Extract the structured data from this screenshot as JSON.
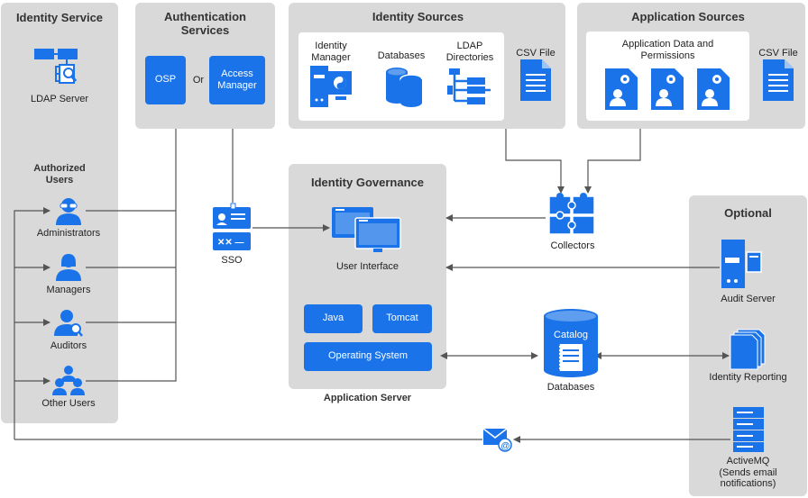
{
  "identity_service": {
    "title": "Identity Service",
    "ldap_label": "LDAP Server",
    "authorized_users_title": "Authorized\nUsers",
    "users": [
      "Administrators",
      "Managers",
      "Auditors",
      "Other Users"
    ]
  },
  "authentication": {
    "title": "Authentication\nServices",
    "osp_label": "OSP",
    "or_label": "Or",
    "access_manager_label": "Access\nManager",
    "sso_label": "SSO"
  },
  "identity_sources": {
    "title": "Identity Sources",
    "items": [
      "Identity\nManager",
      "Databases",
      "LDAP\nDirectories"
    ],
    "csv_label": "CSV File"
  },
  "application_sources": {
    "title": "Application Sources",
    "data_label": "Application Data and\nPermissions",
    "csv_label": "CSV File"
  },
  "collectors_label": "Collectors",
  "governance": {
    "title": "Identity Governance",
    "ui_label": "User Interface",
    "java_label": "Java",
    "tomcat_label": "Tomcat",
    "os_label": "Operating System",
    "app_server_label": "Application Server"
  },
  "catalog": {
    "catalog_label": "Catalog",
    "databases_label": "Databases"
  },
  "optional": {
    "title": "Optional",
    "audit_label": "Audit Server",
    "reporting_label": "Identity Reporting",
    "activemq_label": "ActiveMQ\n(Sends email\nnotifications)"
  },
  "colors": {
    "accent": "#1a73e8",
    "panel": "#d9d9d9",
    "line": "#555555"
  }
}
